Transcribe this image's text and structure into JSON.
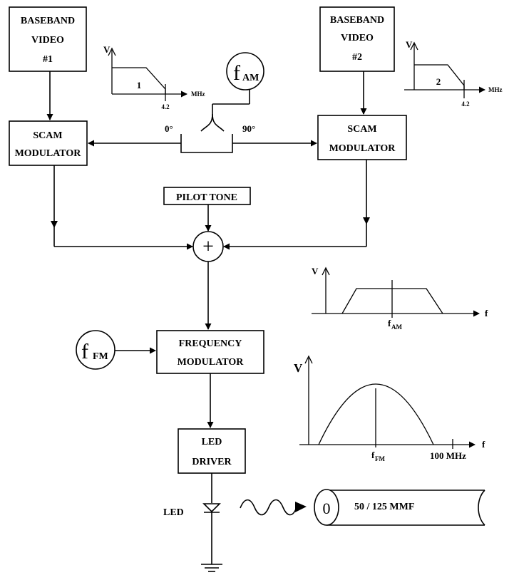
{
  "blocks": {
    "baseband1": {
      "line1": "BASEBAND",
      "line2": "VIDEO",
      "line3": "#1"
    },
    "baseband2": {
      "line1": "BASEBAND",
      "line2": "VIDEO",
      "line3": "#2"
    },
    "scam1": {
      "line1": "SCAM",
      "line2": "MODULATOR"
    },
    "scam2": {
      "line1": "SCAM",
      "line2": "MODULATOR"
    },
    "pilot": {
      "label": "PILOT TONE"
    },
    "summer": {
      "symbol": "+"
    },
    "freq_mod": {
      "line1": "FREQUENCY",
      "line2": "MODULATOR"
    },
    "led_driver": {
      "line1": "LED",
      "line2": "DRIVER"
    },
    "osc_am": {
      "symbol": "f",
      "sub": "AM"
    },
    "osc_fm": {
      "symbol": "f",
      "sub": "FM"
    },
    "hybrid": {
      "left_phase": "0°",
      "right_phase": "90°"
    }
  },
  "spectra": {
    "video1": {
      "y_axis": "V",
      "number": "1",
      "unit": "MHz",
      "tick": "4.2"
    },
    "video2": {
      "y_axis": "V",
      "number": "2",
      "unit": "MHz",
      "tick": "4.2"
    },
    "am": {
      "y_axis": "V",
      "x_axis": "f",
      "center_main": "f",
      "center_sub": "AM"
    },
    "fm": {
      "y_axis": "V",
      "x_axis": "f",
      "center_main": "f",
      "center_sub": "FM",
      "end_label": "100 MHz"
    }
  },
  "output": {
    "led_label": "LED",
    "fiber_symbol": "0",
    "fiber_label": "50 / 125  MMF"
  }
}
